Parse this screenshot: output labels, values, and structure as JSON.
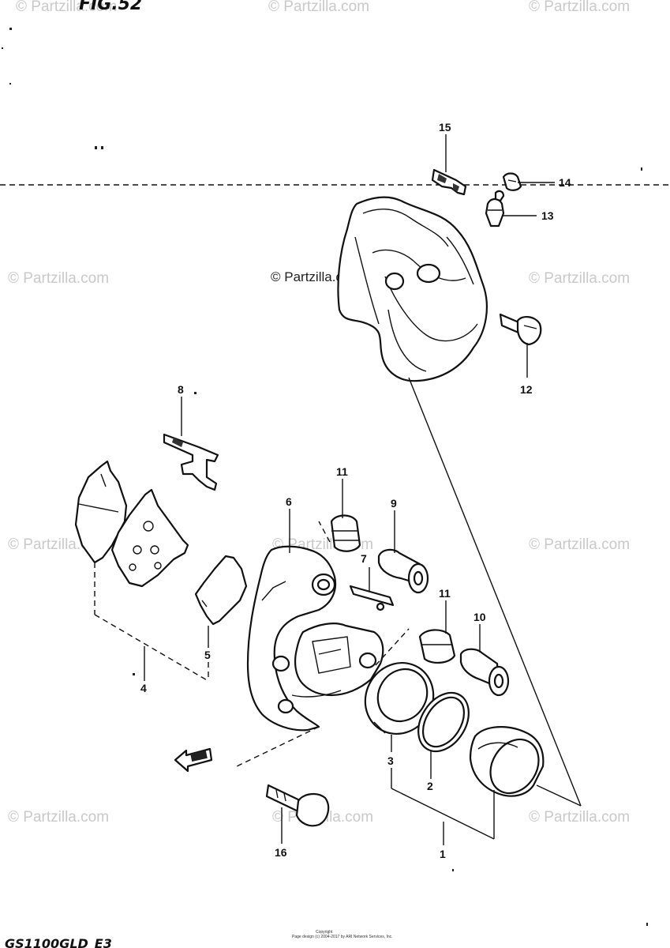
{
  "figure": {
    "label": "FIG.52"
  },
  "footer": {
    "model_code": "GS1100GLD_E3",
    "copyright_line1": "Copyright",
    "copyright_line2": "Page design (c) 2004-2017 by ARI Network Services, Inc."
  },
  "watermark": {
    "text": "© Partzilla.com"
  },
  "callouts": [
    "15",
    "14",
    "13",
    "12",
    "8",
    "11",
    "9",
    "6",
    "7",
    "11",
    "10",
    "5",
    "4",
    "3",
    "2",
    "1",
    "16"
  ],
  "colors": {
    "ink": "#111111",
    "watermark": "#c9c9c9",
    "paper": "#ffffff"
  }
}
